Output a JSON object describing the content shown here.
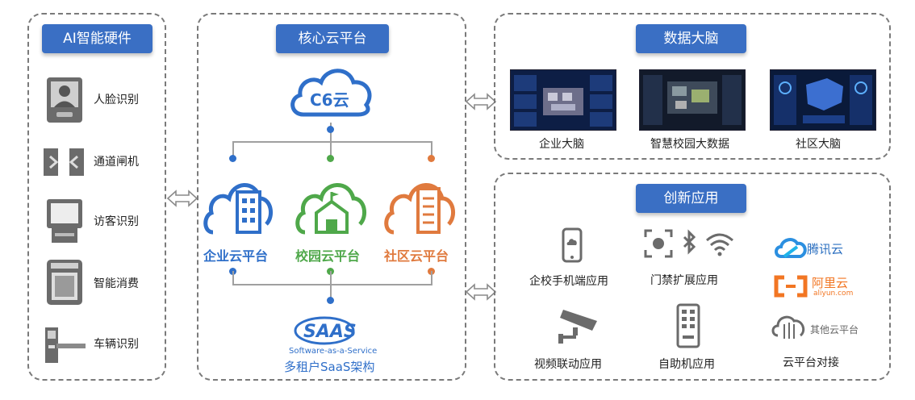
{
  "hardware": {
    "title": "AI智能硬件",
    "items": [
      {
        "label": "人脸识别",
        "icon": "face-terminal-icon"
      },
      {
        "label": "通道闸机",
        "icon": "gate-icon"
      },
      {
        "label": "访客识别",
        "icon": "visitor-kiosk-icon"
      },
      {
        "label": "智能消费",
        "icon": "payment-terminal-icon"
      },
      {
        "label": "车辆识别",
        "icon": "barrier-gate-icon"
      }
    ]
  },
  "core": {
    "title": "核心云平台",
    "main_cloud": "C6云",
    "sub_clouds": [
      {
        "label": "企业云平台",
        "color": "#2f6fc9",
        "icon": "building-cloud-icon"
      },
      {
        "label": "校园云平台",
        "color": "#4fa84a",
        "icon": "school-cloud-icon"
      },
      {
        "label": "社区云平台",
        "color": "#e07a3e",
        "icon": "community-cloud-icon"
      }
    ],
    "saas_logo": "SAAS",
    "saas_sub": "Software-as-a-Service",
    "saas_caption": "多租户SaaS架构"
  },
  "brain": {
    "title": "数据大脑",
    "items": [
      {
        "label": "企业大脑"
      },
      {
        "label": "智慧校园大数据"
      },
      {
        "label": "社区大脑"
      }
    ]
  },
  "apps": {
    "title": "创新应用",
    "items": [
      {
        "label": "企校手机端应用",
        "icon": "mobile-app-icon"
      },
      {
        "label": "门禁扩展应用",
        "icon": "access-extension-icon"
      },
      {
        "label": "视频联动应用",
        "icon": "cctv-camera-icon"
      },
      {
        "label": "自助机应用",
        "icon": "self-service-kiosk-icon"
      },
      {
        "label": "云平台对接",
        "icon": "cloud-platform-icon"
      }
    ],
    "partners": [
      {
        "label": "腾讯云",
        "icon": "tencent-cloud-logo"
      },
      {
        "label": "阿里云",
        "sub": "aliyun.com",
        "icon": "aliyun-logo"
      },
      {
        "label": "其他云平台",
        "icon": "other-cloud-icon"
      }
    ]
  },
  "colors": {
    "accent": "#3a6fc4",
    "enterprise": "#2f6fc9",
    "campus": "#4fa84a",
    "community": "#e07a3e"
  }
}
